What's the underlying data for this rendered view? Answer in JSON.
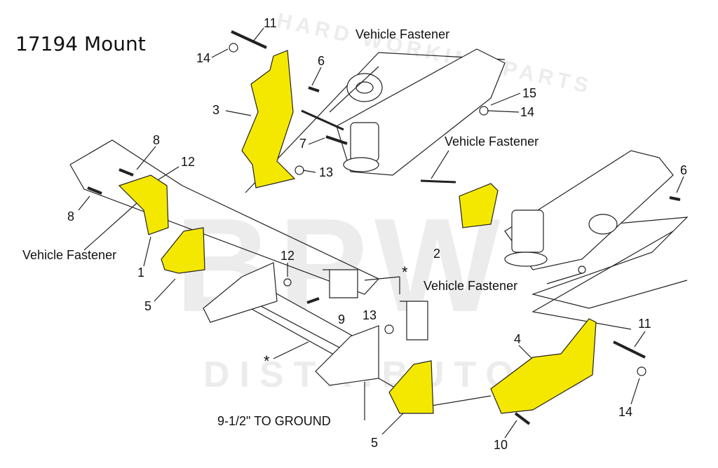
{
  "title": "17194 Mount",
  "watermark": {
    "top": "HARD WORKING PARTS",
    "main": "BPW",
    "bottom": "DISTRIBUTORS"
  },
  "colors": {
    "bracket": "#f5e800",
    "line": "#222222"
  },
  "callouts": {
    "c11a": "11",
    "c14a": "14",
    "c6a": "6",
    "c3": "3",
    "c15": "15",
    "c14b": "14",
    "c7": "7",
    "c13a": "13",
    "c8a": "8",
    "c12a": "12",
    "c8b": "8",
    "c1": "1",
    "c5a": "5",
    "c12b": "12",
    "c9": "9",
    "c13b": "13",
    "c2": "2",
    "c6b": "6",
    "c4": "4",
    "c11b": "11",
    "c14c": "14",
    "c10": "10",
    "c5b": "5",
    "star1": "*",
    "star2": "*"
  },
  "notes": {
    "vf1": "Vehicle Fastener",
    "vf2": "Vehicle Fastener",
    "vf3": "Vehicle Fastener",
    "vf4": "Vehicle Fastener",
    "ground": "9-1/2\"  TO GROUND"
  }
}
